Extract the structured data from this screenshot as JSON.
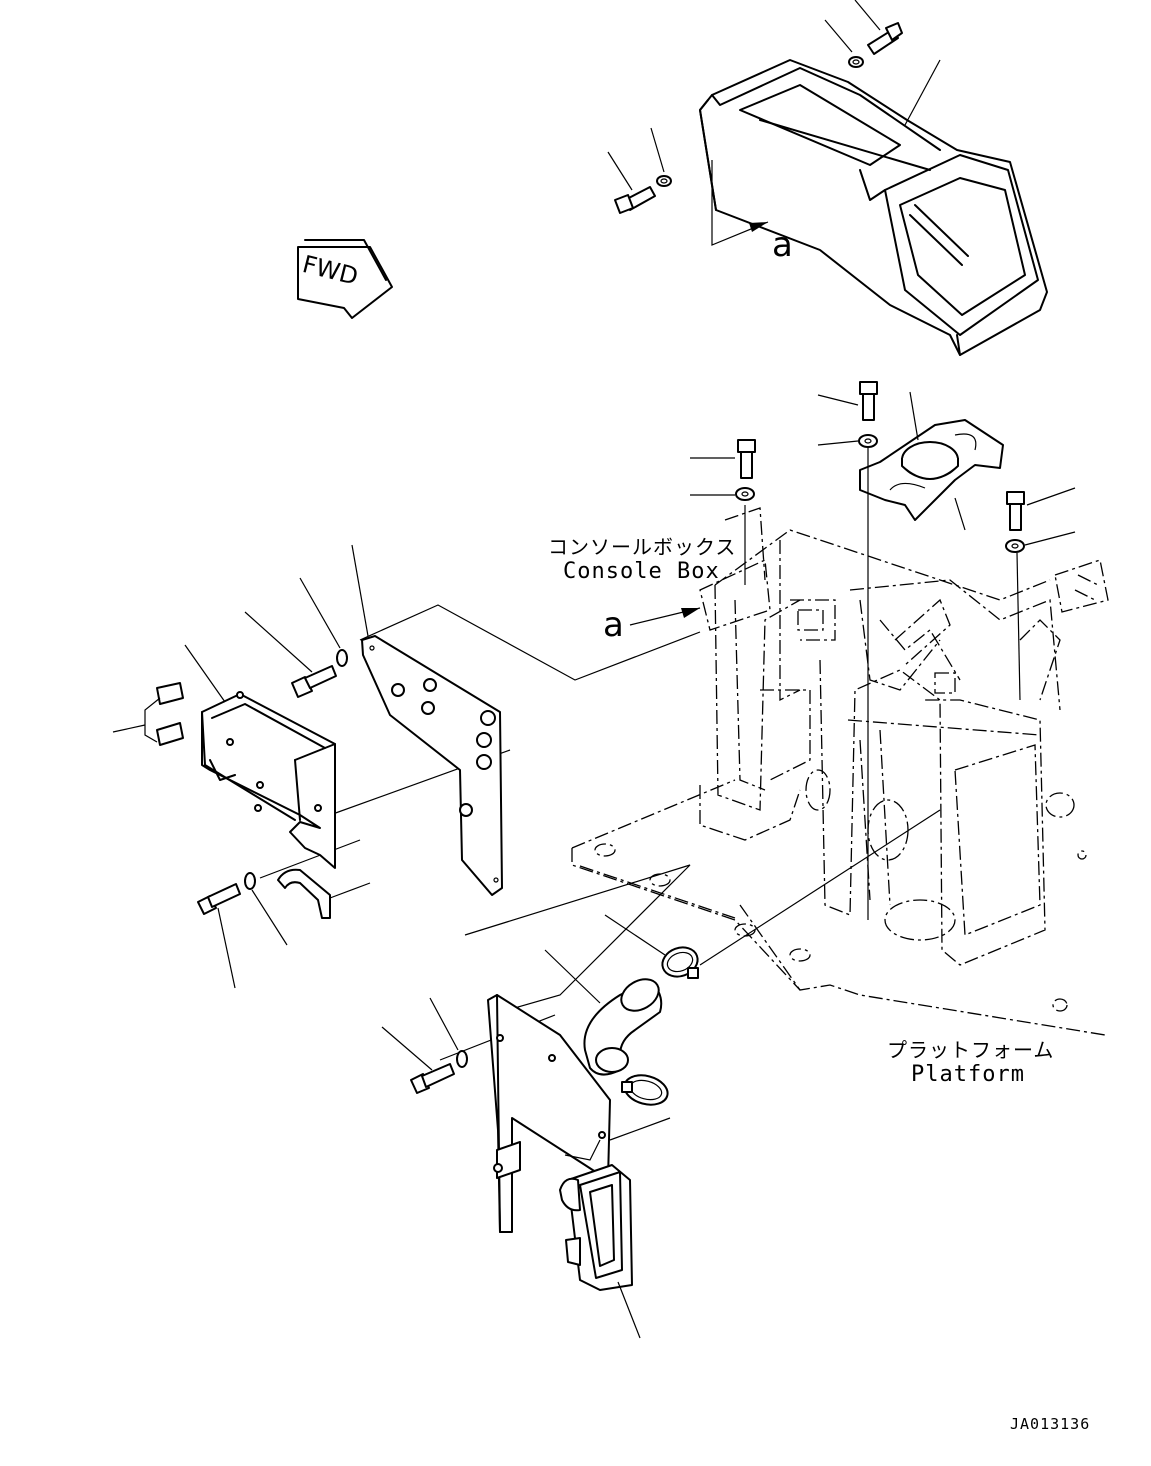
{
  "labels": {
    "fwd": "FWD",
    "view_a_top": "a",
    "view_a_side": "a",
    "console_box_jp": "コンソールボックス",
    "console_box_en": "Console Box",
    "platform_jp": "プラットフォーム",
    "platform_en": "Platform",
    "drawing_code": "JA013136"
  }
}
